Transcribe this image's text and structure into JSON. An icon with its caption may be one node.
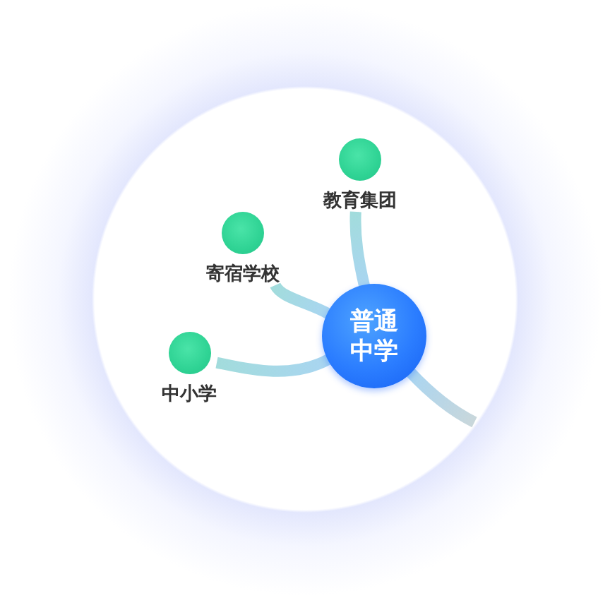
{
  "diagram": {
    "nodes": [
      {
        "text": [
          "教育集团"
        ]
      },
      {
        "text": [
          "寄宿学校"
        ]
      },
      {
        "text": [
          "普通中学"
        ]
      },
      {
        "text": [
          "中小学"
        ]
      }
    ],
    "edges": [
      {
        "from": 2,
        "to": 0,
        "arrow": "none"
      },
      {
        "from": 2,
        "to": 1,
        "arrow": "none"
      },
      {
        "from": 2,
        "to": 3,
        "arrow": "none"
      },
      {
        "from": 2,
        "to": null,
        "arrow": "none"
      }
    ]
  }
}
